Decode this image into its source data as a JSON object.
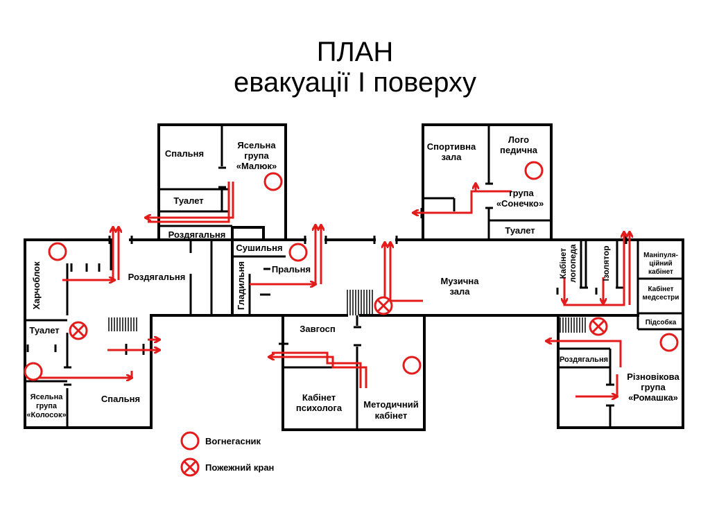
{
  "title": {
    "line1": "ПЛАН",
    "line2": "евакуації І поверху"
  },
  "rooms": {
    "spalnia_top": "Спальня",
    "malyuk_1": "Ясельна",
    "malyuk_2": "група",
    "malyuk_3": "«Малюк»",
    "tualet_top": "Туалет",
    "rozdyagalnia_top": "Роздягальня",
    "sushylnia": "Сушильня",
    "pralnia": "Пральня",
    "hladylnia": "Гладильня",
    "kharchoblok": "Харчоблок",
    "rozdyagalnia_left": "Роздягальня",
    "tualet_left": "Туалет",
    "kolosok_1": "Ясельна",
    "kolosok_2": "група",
    "kolosok_3": "«Колосок»",
    "spalnia_left": "Спальня",
    "sport_1": "Спортивна",
    "sport_2": "зала",
    "logo_1": "Лого",
    "logo_2": "педична",
    "sonechko_1": "група",
    "sonechko_2": "«Сонечко»",
    "tualet_right": "Туалет",
    "muzychna_1": "Музична",
    "muzychna_2": "зала",
    "zavhosp": "Завгосп",
    "psykholoh_1": "Кабінет",
    "psykholoh_2": "психолога",
    "metod_1": "Методичний",
    "metod_2": "кабінет",
    "kab_logoped_1": "Кабінет",
    "kab_logoped_2": "логопеда",
    "izoliator": "Ізолятор",
    "manip_1": "Маніпуля-",
    "manip_2": "ційний",
    "manip_3": "кабінет",
    "medsestra_1": "Кабінет",
    "medsestra_2": "медсестри",
    "pidsobka": "Підсобка",
    "rozdyagalnia_right": "Роздягальня",
    "romashka_1": "Різновікова",
    "romashka_2": "група",
    "romashka_3": "«Ромашка»"
  },
  "legend": {
    "extinguisher": "Вогнегасник",
    "hydrant": "Пожежний кран"
  },
  "colors": {
    "route": "#e31b1b",
    "walls": "#000000",
    "background": "#ffffff"
  }
}
